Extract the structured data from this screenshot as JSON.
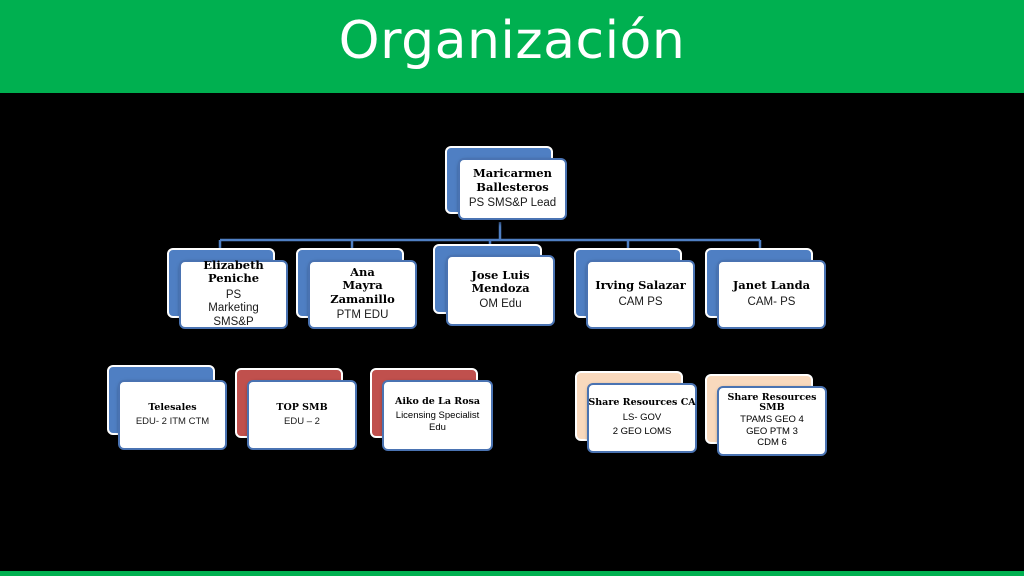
{
  "title": "Organización",
  "colors": {
    "header": "#00b050",
    "background": "#000000",
    "card_border": "#4a73b2",
    "back_blue": "#4f7fc3",
    "back_red": "#c0504d",
    "back_peach": "#f9d9bd",
    "connector": "#4f7fc3"
  },
  "root": {
    "name": "Maricarmen Ballesteros",
    "role": "PS SMS&P Lead"
  },
  "reports": [
    {
      "name": "Elizabeth Peniche",
      "role": "PS Marketing SMS&P"
    },
    {
      "name": "Ana Mayra Zamanillo",
      "role": "PTM EDU"
    },
    {
      "name": "Jose Luis Mendoza",
      "role": "OM Edu"
    },
    {
      "name": "Irving Salazar",
      "role": "CAM PS"
    },
    {
      "name": "Janet Landa",
      "role": "CAM- PS"
    }
  ],
  "teams": [
    {
      "name": "Telesales",
      "lines": [
        "EDU- 2 ITM CTM"
      ]
    },
    {
      "name": "TOP SMB",
      "lines": [
        "EDU – 2"
      ]
    },
    {
      "name": "Aiko de La Rosa",
      "lines": [
        "Licensing Specialist",
        "Edu"
      ]
    },
    {
      "name": "Share Resources CA",
      "lines": [
        "LS- GOV",
        "2 GEO LOMS"
      ]
    },
    {
      "name": "Share Resources SMB",
      "lines": [
        "TPAMS GEO 4",
        "GEO PTM 3",
        "CDM 6"
      ]
    }
  ]
}
